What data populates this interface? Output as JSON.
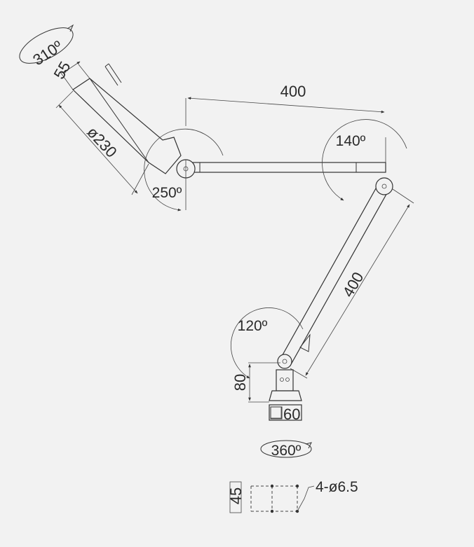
{
  "labels": {
    "rot_head": "310º",
    "dim_55": "55",
    "dim_dia_230": "ø230",
    "angle_250": "250º",
    "dim_400_top": "400",
    "angle_140": "140º",
    "dim_400_diag": "400",
    "angle_120": "120º",
    "dim_80": "80",
    "dim_sq60": "60",
    "rot_base": "360º",
    "dim_sq45": "45",
    "holes": "4-ø6.5"
  },
  "colors": {
    "line": "#333333",
    "background": "#f2f2f2"
  }
}
